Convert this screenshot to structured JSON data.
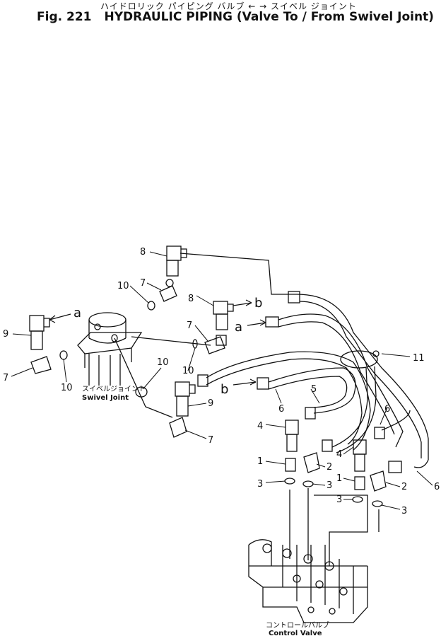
{
  "header": {
    "jp_title": "ハイドロリック パイピング バルブ ← → スイベル ジョイント",
    "fig_number": "Fig. 221",
    "title": "HYDRAULIC PIPING (Valve To / From Swivel Joint)"
  },
  "components": {
    "swivel_joint_jp": "スイベルジョイント",
    "swivel_joint_en": "Swivel Joint",
    "control_valve_jp": "コントロールバルブ",
    "control_valve_en": "Control Valve"
  },
  "refs": {
    "a": "a",
    "b": "b"
  },
  "callouts": {
    "n1": "1",
    "n2": "2",
    "n3": "3",
    "n4": "4",
    "n5": "5",
    "n6": "6",
    "n7": "7",
    "n8": "8",
    "n9": "9",
    "n10": "10",
    "n11": "11"
  }
}
